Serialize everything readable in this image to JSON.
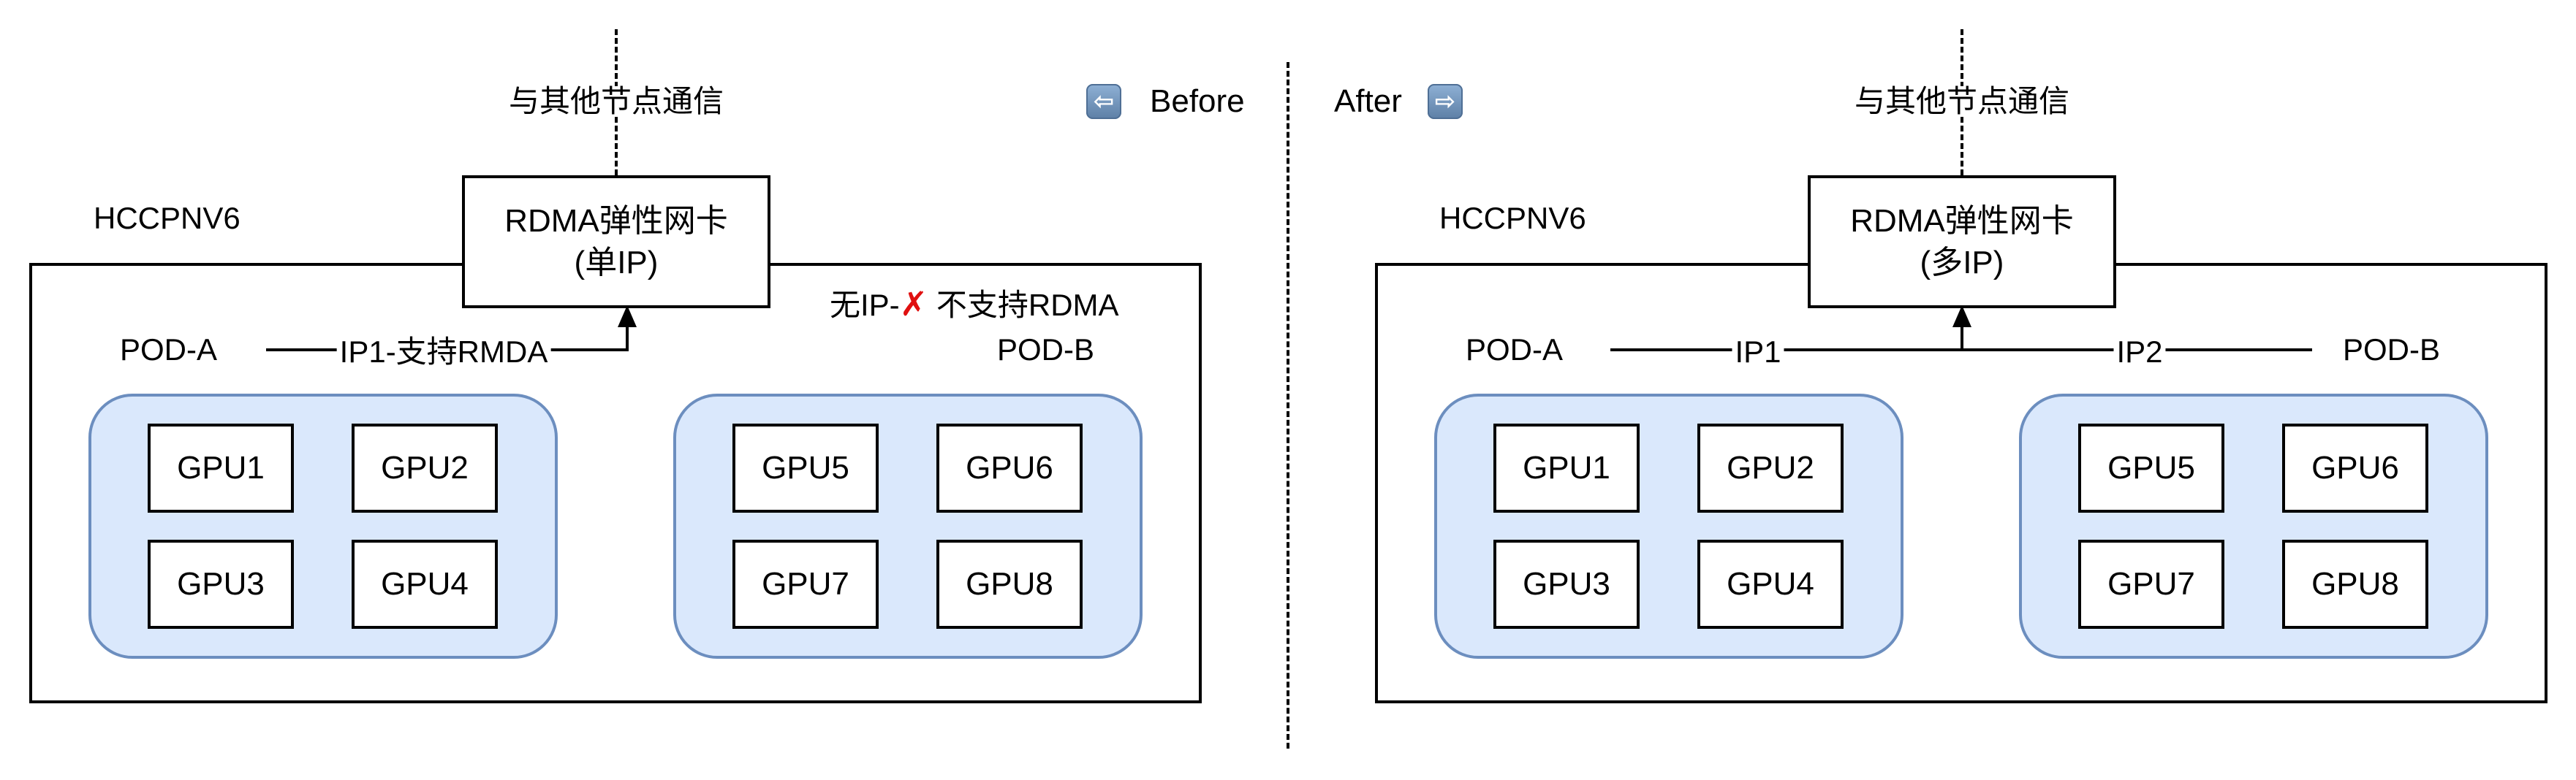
{
  "divider": {
    "style": "dashed"
  },
  "before": {
    "label": "Before",
    "icon": "left-arrow-icon",
    "icon_glyph": "⇦",
    "external_label": "与其他节点通信",
    "node_label": "HCCPNV6",
    "nic": {
      "line1": "RDMA弹性网卡",
      "line2": "(单IP)"
    },
    "pod_a": {
      "label": "POD-A",
      "gpus": [
        "GPU1",
        "GPU2",
        "GPU3",
        "GPU4"
      ]
    },
    "pod_b": {
      "label": "POD-B",
      "gpus": [
        "GPU5",
        "GPU6",
        "GPU7",
        "GPU8"
      ]
    },
    "link_a_label": "IP1-支持RMDA",
    "pod_b_note_prefix": "无IP-",
    "pod_b_note_mark": "✗",
    "pod_b_note_suffix": " 不支持RDMA"
  },
  "after": {
    "label": "After",
    "icon": "right-arrow-icon",
    "icon_glyph": "⇨",
    "external_label": "与其他节点通信",
    "node_label": "HCCPNV6",
    "nic": {
      "line1": "RDMA弹性网卡",
      "line2": "(多IP)"
    },
    "pod_a": {
      "label": "POD-A",
      "gpus": [
        "GPU1",
        "GPU2",
        "GPU3",
        "GPU4"
      ]
    },
    "pod_b": {
      "label": "POD-B",
      "gpus": [
        "GPU5",
        "GPU6",
        "GPU7",
        "GPU8"
      ]
    },
    "link_a_label": "IP1",
    "link_b_label": "IP2"
  },
  "colors": {
    "pod_fill": "#dae8fc",
    "pod_border": "#6c8ebf",
    "x_mark": "#e01010",
    "icon": "#6f93bd"
  }
}
